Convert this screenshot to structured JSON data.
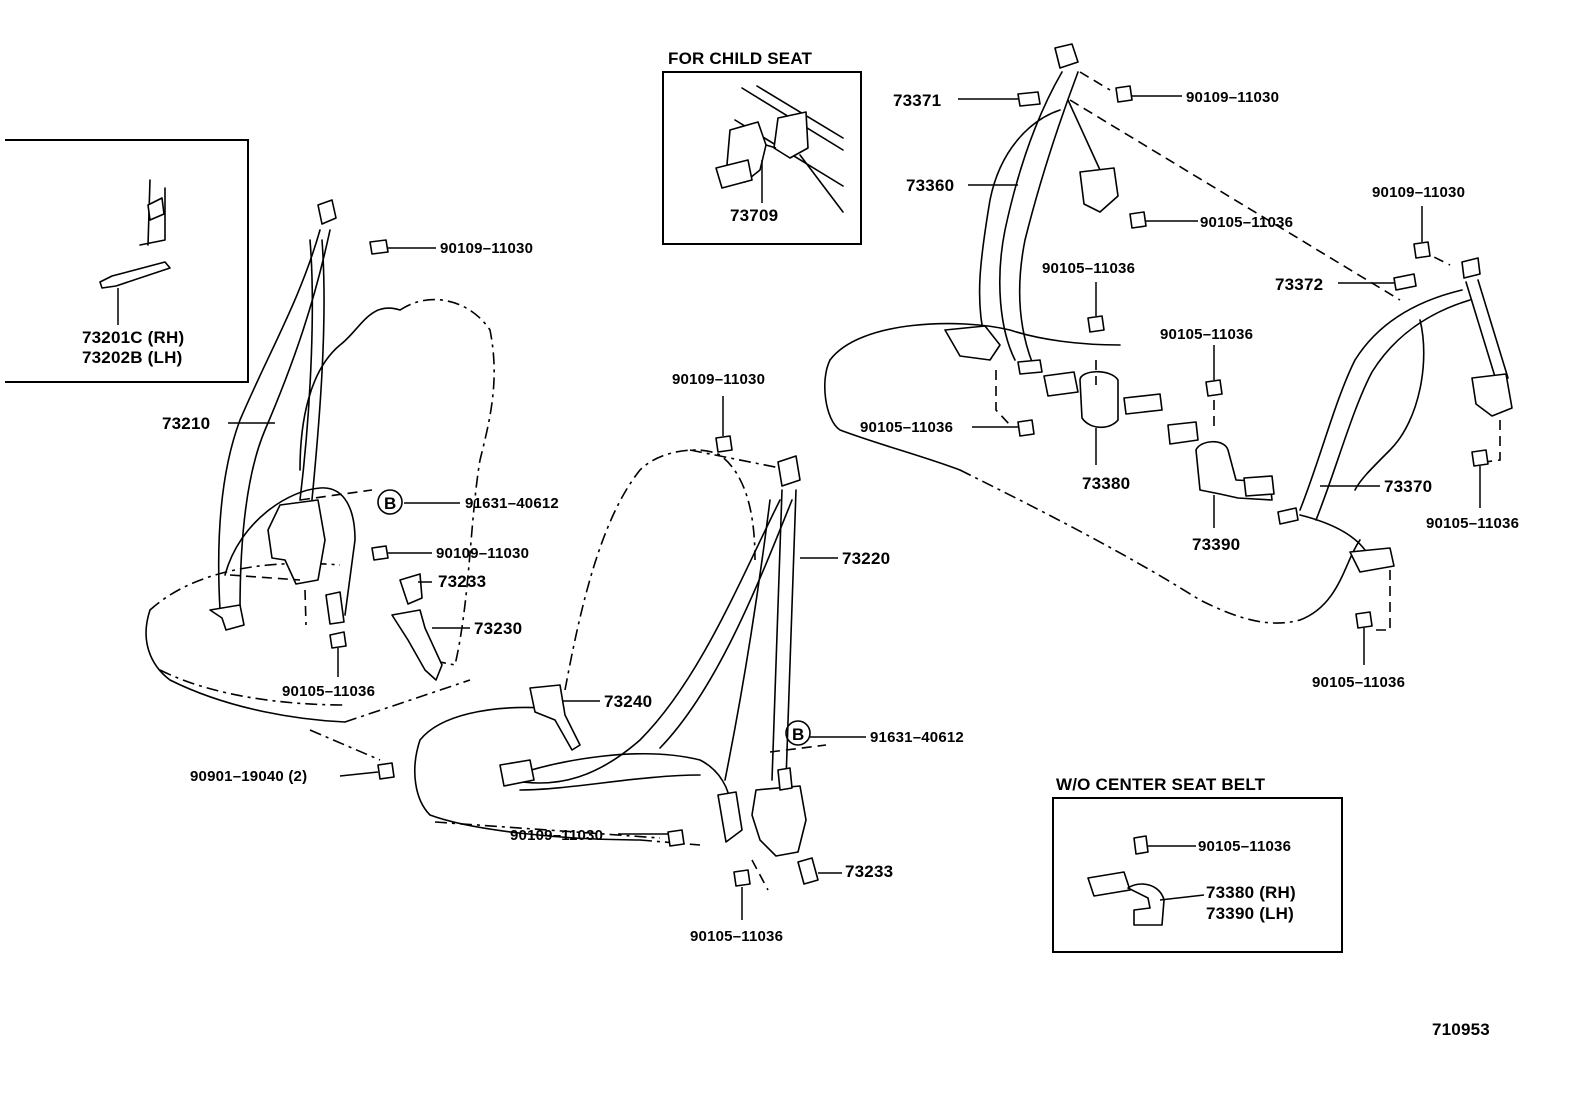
{
  "diagram_id": "710953",
  "panels": {
    "child_seat": {
      "title": "FOR CHILD SEAT",
      "part": "73709"
    },
    "wo_center": {
      "title": "W/O CENTER SEAT BELT",
      "bolt": "90105–11036",
      "rh": "73380 (RH)",
      "lh": "73390 (LH)"
    },
    "anchor_cover": {
      "rh": "73201C (RH)",
      "lh": "73202B (LH)"
    }
  },
  "labels": {
    "p73210": "73210",
    "p90109_a": "90109–11030",
    "pB1": "91631–40612",
    "p90109_b": "90109–11030",
    "p73233_a": "73233",
    "p73230": "73230",
    "p90105_a": "90105–11036",
    "p90901": "90901–19040 (2)",
    "p90109_c": "90109–11030",
    "p73220": "73220",
    "p73240": "73240",
    "pB2": "91631–40612",
    "p90109_d": "90109–11030",
    "p73233_b": "73233",
    "p90105_b": "90105–11036",
    "p73371": "73371",
    "p90109_e": "90109–11030",
    "p73360": "73360",
    "p90105_c": "90105–11036",
    "p90109_f": "90109–11030",
    "p73372": "73372",
    "p90105_d": "90105–11036",
    "p90105_e": "90105–11036",
    "p90105_f": "90105–11036",
    "p73380": "73380",
    "p73370": "73370",
    "p73390": "73390",
    "p90105_g": "90105–11036",
    "p90105_h": "90105–11036",
    "badge": "B"
  }
}
